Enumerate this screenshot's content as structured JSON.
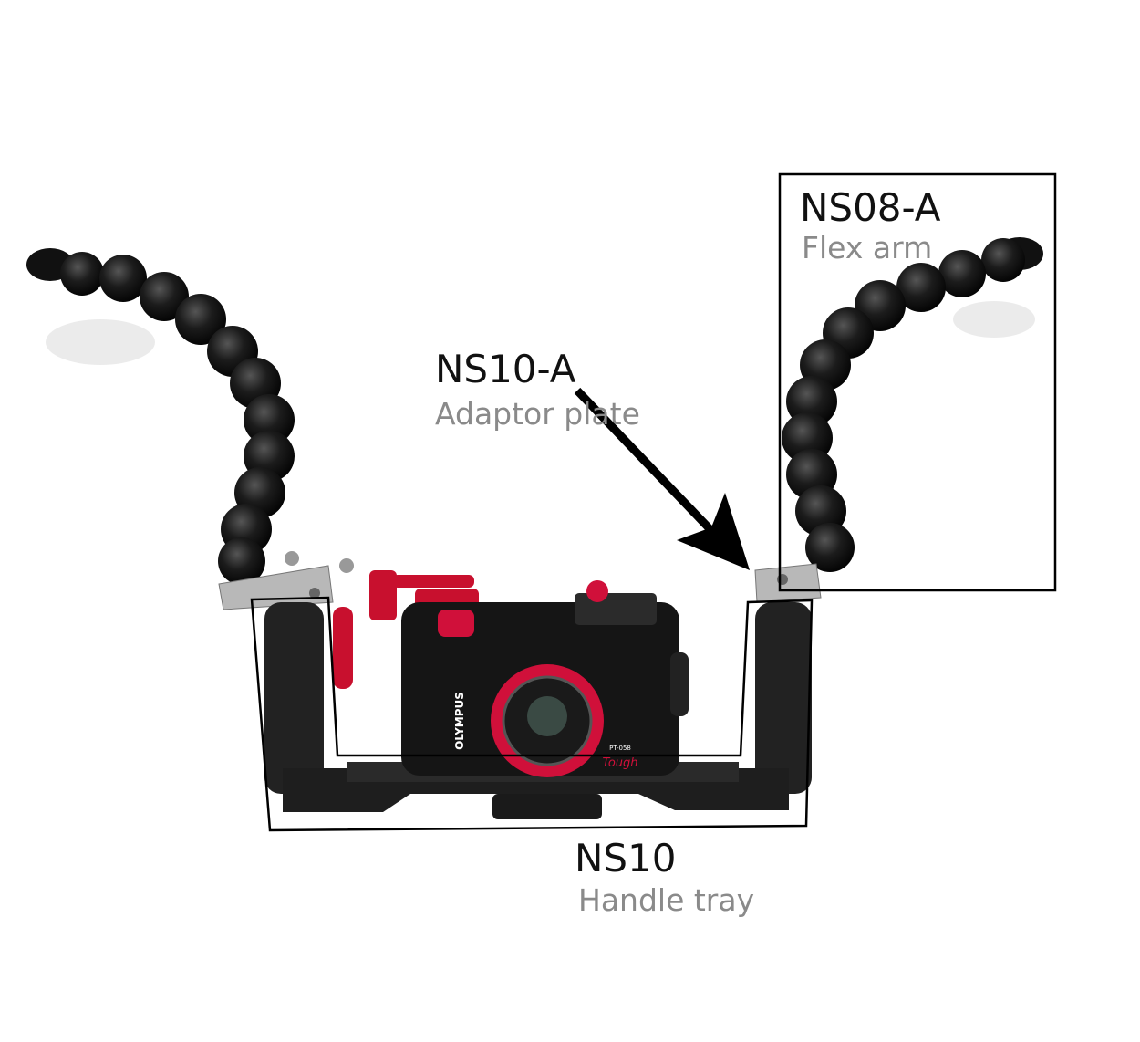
{
  "labels": {
    "flex_arm": {
      "code": "NS08-A",
      "name": "Flex arm"
    },
    "adaptor_plate": {
      "code": "NS10-A",
      "name": "Adaptor plate"
    },
    "handle_tray": {
      "code": "NS10",
      "name": "Handle tray"
    }
  },
  "camera_logo": {
    "brand": "OLYMPUS",
    "model": "PT-058",
    "series": "Tough"
  },
  "colors": {
    "annotation": "#000000",
    "description_text": "#8a8a8a",
    "accent_red": "#d0103a",
    "rubber_black": "#1a1a1a"
  }
}
